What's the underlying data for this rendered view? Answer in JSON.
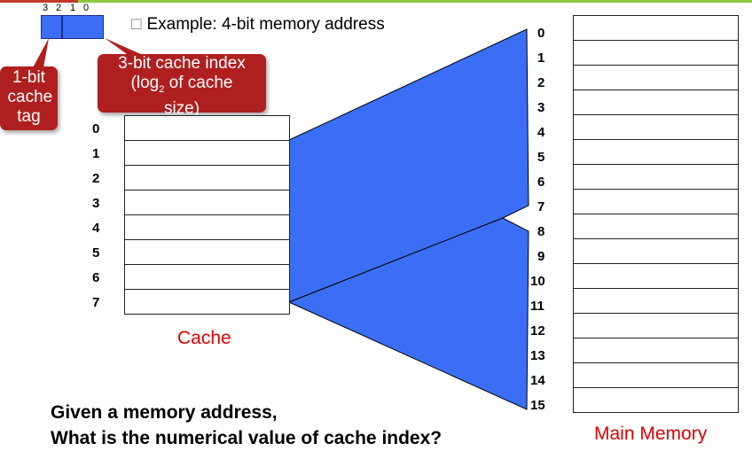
{
  "address": {
    "bit_labels": [
      "3",
      "2",
      "1",
      "0"
    ]
  },
  "bullet": {
    "marker": "□",
    "text": "Example: 4-bit memory address"
  },
  "callouts": {
    "tag": "1-bit cache tag",
    "index_line1": "3-bit cache index",
    "index_log": "(log",
    "index_sub": "2",
    "index_line2_rest": " of cache",
    "index_line3": "size)"
  },
  "cache": {
    "caption": "Cache",
    "rows": [
      "0",
      "1",
      "2",
      "3",
      "4",
      "5",
      "6",
      "7"
    ]
  },
  "memory": {
    "caption": "Main Memory",
    "rows": [
      "0",
      "1",
      "2",
      "3",
      "4",
      "5",
      "6",
      "7",
      "8",
      "9",
      "10",
      "11",
      "12",
      "13",
      "14",
      "15"
    ]
  },
  "question": {
    "line1": "Given a memory address,",
    "line2": "What is the numerical value of cache index?"
  },
  "colors": {
    "accent_red": "#b01f1f",
    "address_blue": "#3b6ef5",
    "caption_red": "#e00000",
    "wedge_blue": "#3b6ef5"
  }
}
